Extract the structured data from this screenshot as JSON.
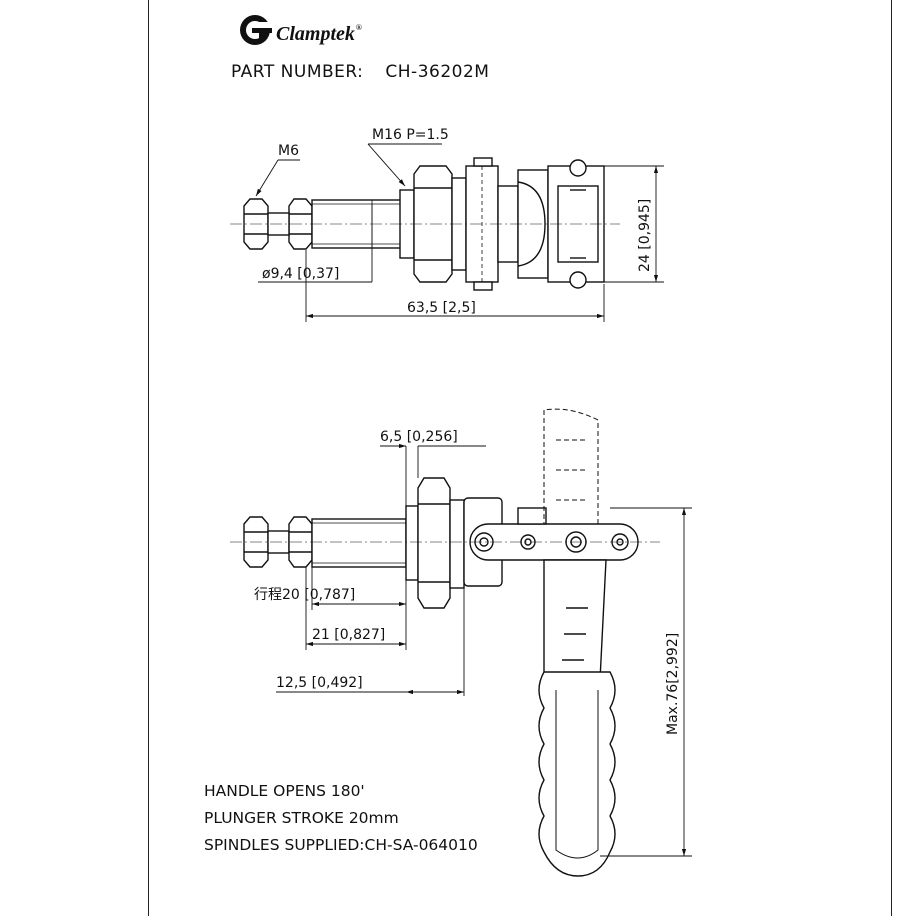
{
  "brand": {
    "name": "Clamptek",
    "registered": "®"
  },
  "part_number": {
    "label": "PART NUMBER:",
    "value": "CH-36202M"
  },
  "top_view": {
    "labels": {
      "thread_m6": "M6",
      "thread_m16": "M16  P=1.5",
      "shank_dia": "ø9,4 [0,37]",
      "overall_length": "63,5 [2,5]",
      "height": "24 [0,945]"
    }
  },
  "side_view": {
    "labels": {
      "nut_thickness": "6,5 [0,256]",
      "stroke": "行程20 [0,787]",
      "dim_21": "21 [0,827]",
      "dim_12_5": "12,5 [0,492]",
      "max_height": "Max.76[2,992]"
    }
  },
  "notes": [
    "HANDLE OPENS 180'",
    "PLUNGER STROKE 20mm",
    "SPINDLES SUPPLIED:CH-SA-064010"
  ]
}
